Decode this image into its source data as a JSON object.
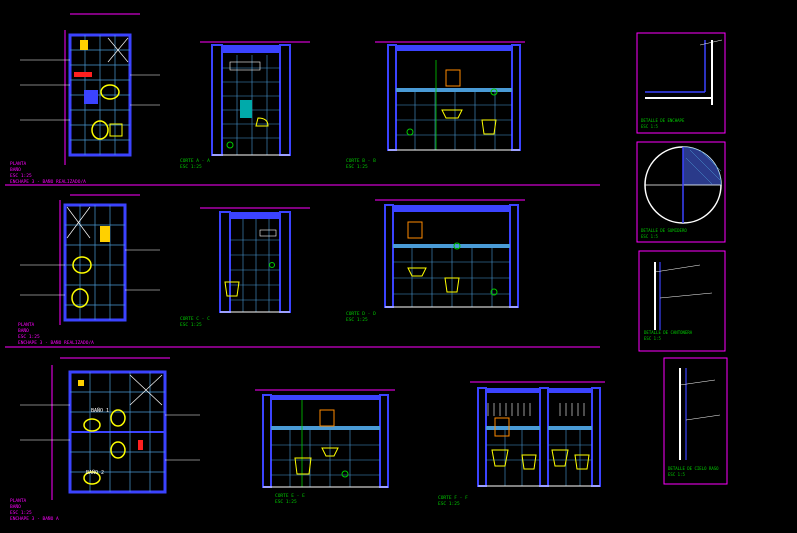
{
  "colors": {
    "background": "#000000",
    "wall": "#3b43ff",
    "tile": "#4a9bd6",
    "fixture": "#ffff00",
    "dimension": "#ff00ff",
    "annotation": "#ffffff",
    "guide": "#00cc00",
    "accent_red": "#ff2020",
    "section_line": "#ff00ff"
  },
  "plans": [
    {
      "title": "PLANTA",
      "lines": [
        "BAÑO",
        "ESC 1:25",
        "ENCHAPE 3 - BAÑO REALIZADO/A"
      ]
    },
    {
      "title": "PLANTA",
      "lines": [
        "BAÑO",
        "ESC 1:25",
        "ENCHAPE 3 - BAÑO REALIZADO/A"
      ]
    },
    {
      "title": "PLANTA",
      "lines": [
        "BAÑO",
        "ESC 1:25",
        "ENCHAPE 3 - BAÑO A"
      ]
    }
  ],
  "plan_room_labels": [
    "BAÑO 1",
    "BAÑO 2"
  ],
  "elevations": [
    {
      "title": "CORTE A - A",
      "scale": "ESC 1:25"
    },
    {
      "title": "CORTE B - B",
      "scale": "ESC 1:25"
    },
    {
      "title": "CORTE C - C",
      "scale": "ESC 1:25"
    },
    {
      "title": "CORTE D - D",
      "scale": "ESC 1:25"
    },
    {
      "title": "CORTE E - E",
      "scale": "ESC 1:25"
    },
    {
      "title": "CORTE F - F",
      "scale": "ESC 1:25"
    }
  ],
  "details": [
    {
      "title": "DETALLE DE ENCHAPE",
      "lines": [
        "ESC 1:5"
      ]
    },
    {
      "title": "DETALLE DE SUMIDERO",
      "lines": [
        "ESC 1:5"
      ]
    },
    {
      "title": "DETALLE DE CANTONERA",
      "lines": [
        "ESC 1:5"
      ]
    },
    {
      "title": "DETALLE DE CIELO RASO",
      "lines": [
        "ESC 1:5"
      ]
    }
  ]
}
